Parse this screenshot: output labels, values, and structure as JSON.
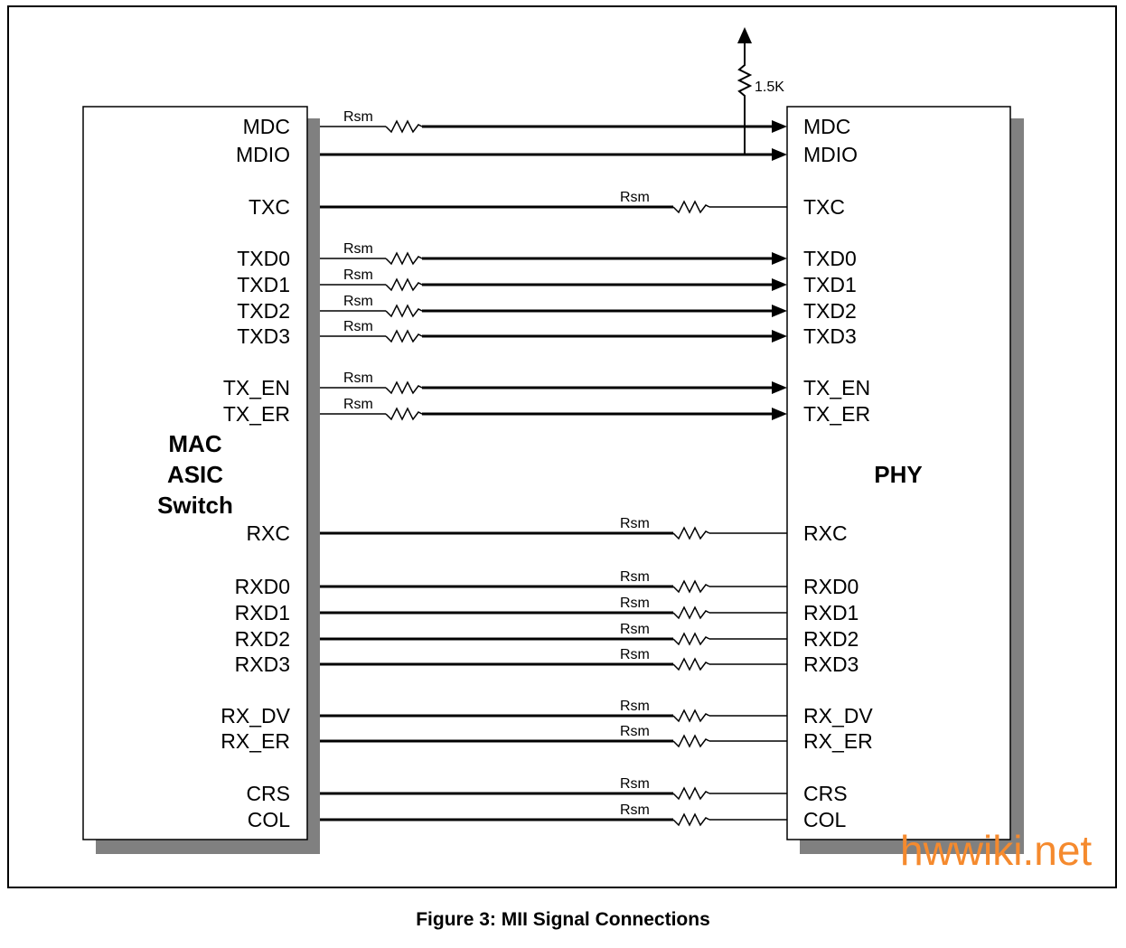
{
  "colors": {
    "shadow": "#808080",
    "line": "#000000",
    "watermark": "#f58a2e"
  },
  "mac_block": {
    "title_lines": [
      "MAC",
      "ASIC",
      "Switch"
    ]
  },
  "phy_block": {
    "title": "PHY"
  },
  "pullup": {
    "label": "1.5K",
    "icon": "arrow-up-icon"
  },
  "resistor_label": "Rsm",
  "signals": [
    {
      "mac": "MDC",
      "phy": "MDC",
      "dir": "to_phy",
      "rsm": true,
      "rsm_side": "mac"
    },
    {
      "mac": "MDIO",
      "phy": "MDIO",
      "dir": "to_phy",
      "rsm": false,
      "rsm_side": "none"
    },
    {
      "mac": "TXC",
      "phy": "TXC",
      "dir": "to_mac",
      "rsm": true,
      "rsm_side": "phy"
    },
    {
      "mac": "TXD0",
      "phy": "TXD0",
      "dir": "to_phy",
      "rsm": true,
      "rsm_side": "mac"
    },
    {
      "mac": "TXD1",
      "phy": "TXD1",
      "dir": "to_phy",
      "rsm": true,
      "rsm_side": "mac"
    },
    {
      "mac": "TXD2",
      "phy": "TXD2",
      "dir": "to_phy",
      "rsm": true,
      "rsm_side": "mac"
    },
    {
      "mac": "TXD3",
      "phy": "TXD3",
      "dir": "to_phy",
      "rsm": true,
      "rsm_side": "mac"
    },
    {
      "mac": "TX_EN",
      "phy": "TX_EN",
      "dir": "to_phy",
      "rsm": true,
      "rsm_side": "mac"
    },
    {
      "mac": "TX_ER",
      "phy": "TX_ER",
      "dir": "to_phy",
      "rsm": true,
      "rsm_side": "mac"
    },
    {
      "mac": "RXC",
      "phy": "RXC",
      "dir": "to_mac",
      "rsm": true,
      "rsm_side": "phy"
    },
    {
      "mac": "RXD0",
      "phy": "RXD0",
      "dir": "to_mac",
      "rsm": true,
      "rsm_side": "phy"
    },
    {
      "mac": "RXD1",
      "phy": "RXD1",
      "dir": "to_mac",
      "rsm": true,
      "rsm_side": "phy"
    },
    {
      "mac": "RXD2",
      "phy": "RXD2",
      "dir": "to_mac",
      "rsm": true,
      "rsm_side": "phy"
    },
    {
      "mac": "RXD3",
      "phy": "RXD3",
      "dir": "to_mac",
      "rsm": true,
      "rsm_side": "phy"
    },
    {
      "mac": "RX_DV",
      "phy": "RX_DV",
      "dir": "to_mac",
      "rsm": true,
      "rsm_side": "phy"
    },
    {
      "mac": "RX_ER",
      "phy": "RX_ER",
      "dir": "to_mac",
      "rsm": true,
      "rsm_side": "phy"
    },
    {
      "mac": "CRS",
      "phy": "CRS",
      "dir": "to_mac",
      "rsm": true,
      "rsm_side": "phy"
    },
    {
      "mac": "COL",
      "phy": "COL",
      "dir": "to_mac",
      "rsm": true,
      "rsm_side": "phy"
    }
  ],
  "caption": "Figure 3:  MII Signal Connections",
  "watermark": "hwwiki.net"
}
